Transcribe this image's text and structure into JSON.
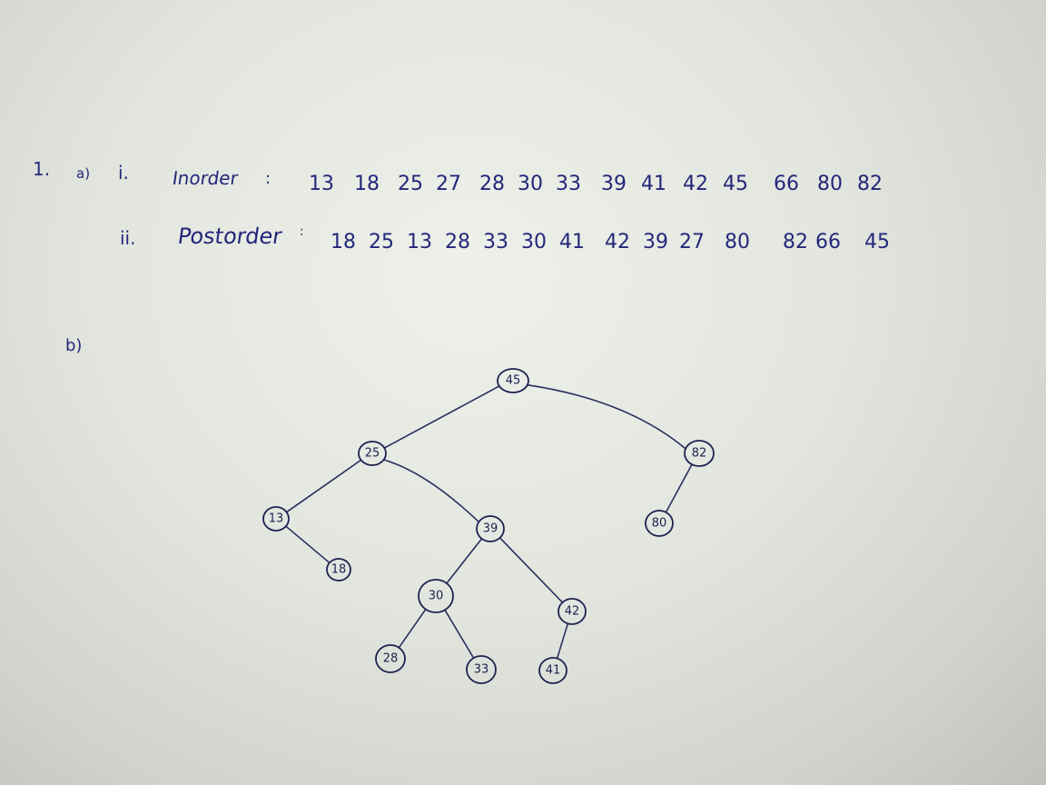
{
  "question": {
    "number": "1.",
    "part_a": "a)",
    "part_b": "b)"
  },
  "inorder": {
    "numeral": "i.",
    "label": "Inorder",
    "colon": ":",
    "values": [
      "13",
      "18",
      "25",
      "27",
      "28",
      "30",
      "33",
      "39",
      "41",
      "42",
      "45",
      "66",
      "80",
      "82"
    ]
  },
  "postorder": {
    "numeral": "ii.",
    "label": "Postorder",
    "colon": ":",
    "values": [
      "18",
      "25",
      "13",
      "28",
      "33",
      "30",
      "41",
      "42",
      "39",
      "27",
      "80",
      "82",
      "66",
      "45"
    ]
  },
  "tree": {
    "nodes": [
      {
        "id": "n45",
        "label": "45"
      },
      {
        "id": "n25",
        "label": "25"
      },
      {
        "id": "n82",
        "label": "82"
      },
      {
        "id": "n13",
        "label": "13"
      },
      {
        "id": "n39",
        "label": "39"
      },
      {
        "id": "n80",
        "label": "80"
      },
      {
        "id": "n18",
        "label": "18"
      },
      {
        "id": "n30",
        "label": "30"
      },
      {
        "id": "n42",
        "label": "42"
      },
      {
        "id": "n28",
        "label": "28"
      },
      {
        "id": "n33",
        "label": "33"
      },
      {
        "id": "n41",
        "label": "41"
      }
    ],
    "edges": [
      [
        "n45",
        "n25"
      ],
      [
        "n45",
        "n82"
      ],
      [
        "n25",
        "n13"
      ],
      [
        "n25",
        "n39"
      ],
      [
        "n82",
        "n80"
      ],
      [
        "n13",
        "n18"
      ],
      [
        "n39",
        "n30"
      ],
      [
        "n39",
        "n42"
      ],
      [
        "n30",
        "n28"
      ],
      [
        "n30",
        "n33"
      ],
      [
        "n42",
        "n41"
      ]
    ]
  }
}
